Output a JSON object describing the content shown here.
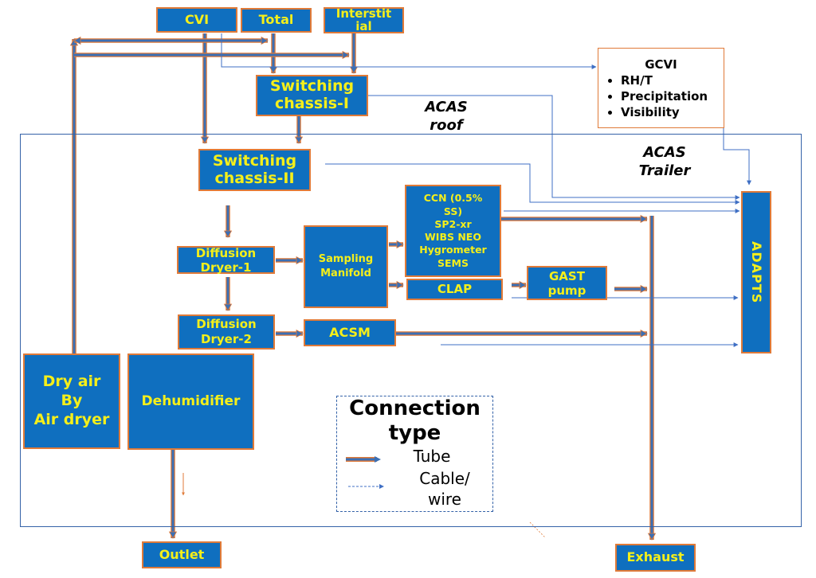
{
  "regions": {
    "roof_label": [
      "ACAS",
      "roof"
    ],
    "trailer_label": [
      "ACAS",
      "Trailer"
    ]
  },
  "inlets": {
    "cvi": "CVI",
    "total": "Total",
    "interstitial": [
      "Interstit",
      "ial"
    ]
  },
  "nodes": {
    "switching_1": [
      "Switching",
      "chassis-I"
    ],
    "switching_2": [
      "Switching",
      "chassis-II"
    ],
    "dryer_1": [
      "Diffusion",
      "Dryer-1"
    ],
    "dryer_2": [
      "Diffusion",
      "Dryer-2"
    ],
    "manifold": [
      "Sampling",
      "Manifold"
    ],
    "instruments": [
      "CCN (0.5%",
      "SS)",
      "SP2-xr",
      "WIBS NEO",
      "Hygrometer",
      "SEMS"
    ],
    "clap": "CLAP",
    "gast": [
      "GAST",
      "pump"
    ],
    "acsm": "ACSM",
    "adapts": "ADAPTS",
    "dry_air": [
      "Dry air",
      "By",
      "Air dryer"
    ],
    "dehumidifier": "Dehumidifier",
    "outlet": "Outlet",
    "exhaust": "Exhaust"
  },
  "gcvi": {
    "title": "GCVI",
    "items": [
      "RH/T",
      "Precipitation",
      "Visibility"
    ]
  },
  "legend": {
    "title": [
      "Connection",
      "type"
    ],
    "tube": "Tube",
    "cable": [
      "Cable/",
      "wire"
    ]
  },
  "colors": {
    "box_fill": "#0f6fbf",
    "box_border": "#e07a38",
    "box_text": "#f5ef1a",
    "tube": "#3a6fb5",
    "tube_edge": "#e07a38",
    "cable": "#3f6fc4",
    "frame": "#3462a8"
  }
}
